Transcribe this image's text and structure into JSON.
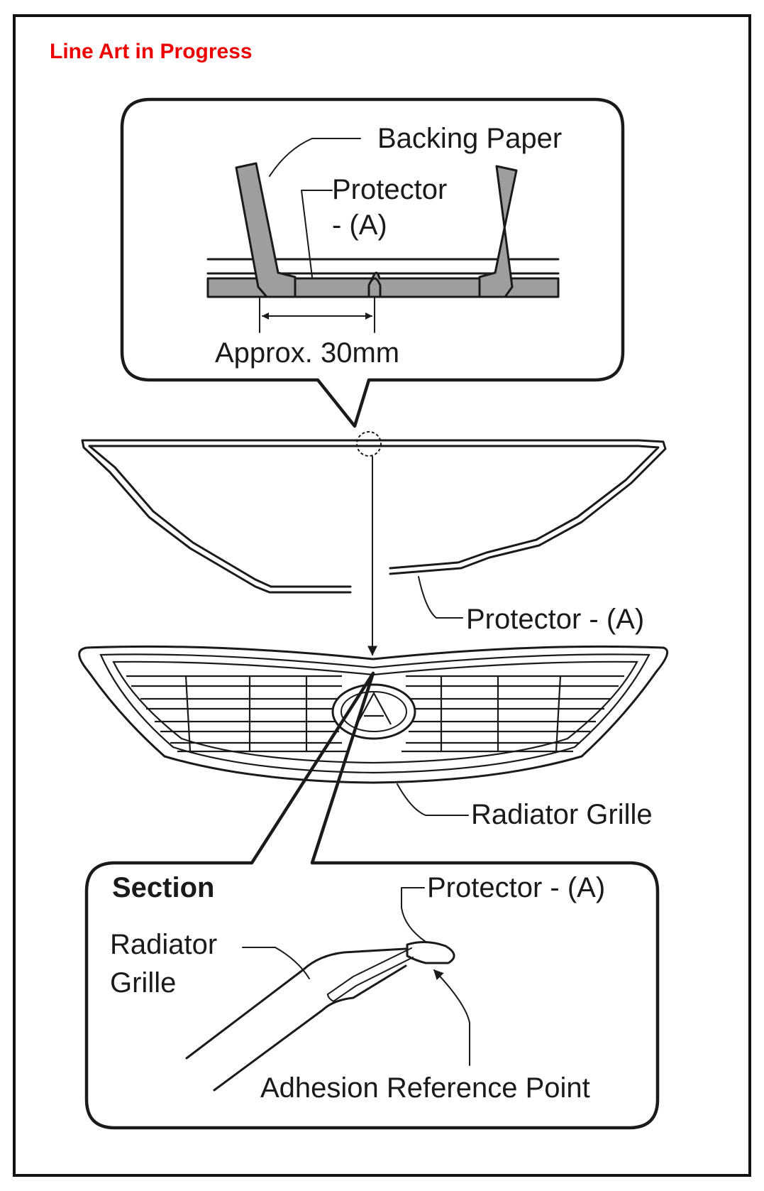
{
  "status": {
    "text": "Line Art in Progress",
    "color": "#ee0000"
  },
  "callout_top": {
    "backing_paper": "Backing Paper",
    "protector_line1": "Protector",
    "protector_line2": "- (A)",
    "approx": "Approx. 30mm"
  },
  "main": {
    "protector_label": "Protector - (A)",
    "grille_label": "Radiator Grille"
  },
  "section": {
    "title": "Section",
    "protector_label": "Protector - (A)",
    "grille_line1": "Radiator",
    "grille_line2": "Grille",
    "adhesion_label": "Adhesion Reference Point"
  }
}
